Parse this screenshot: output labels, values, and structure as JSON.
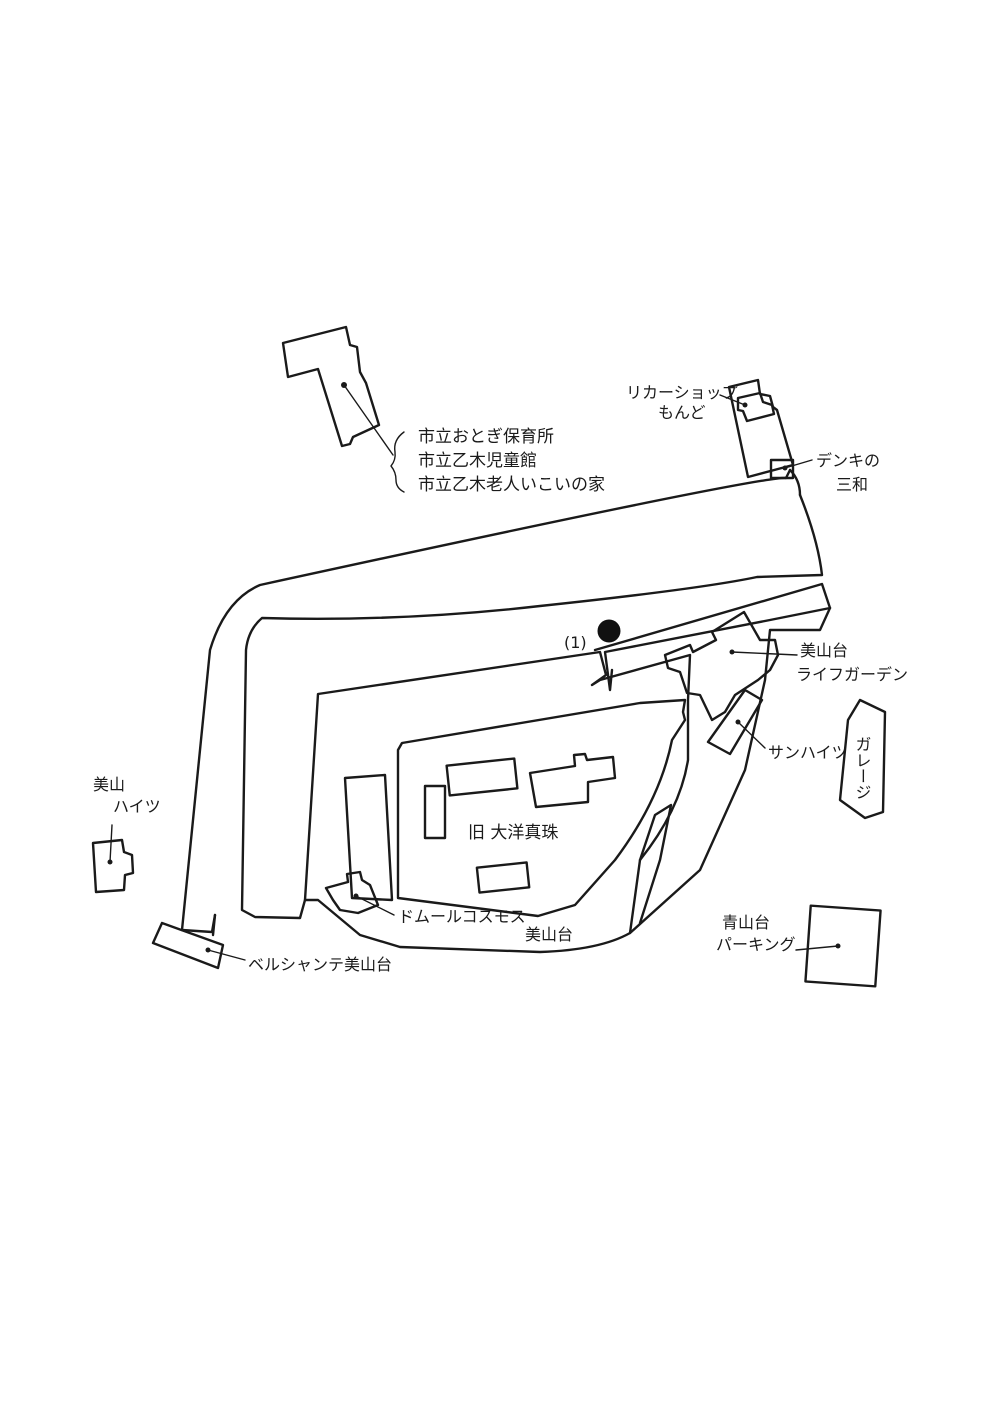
{
  "labels": {
    "hoikusho_1": "市立おとぎ保育所",
    "hoikusho_2": "市立乙木児童館",
    "hoikusho_3": "市立乙木老人いこいの家",
    "liquor_1": "リカーショップ",
    "liquor_2": "もんど",
    "denki_1": "デンキの",
    "denki_2": "三和",
    "marker_number": "(1)",
    "life_garden_1": "美山台",
    "life_garden_2": "ライフガーデン",
    "sun_heights": "サンハイツ",
    "garage": "ガレージ",
    "old_pearl": "旧 大洋真珠",
    "miyama_heights_1": "美山",
    "miyama_heights_2": "ハイツ",
    "domuru_1": "ドムールコスモス",
    "domuru_2": "美山台",
    "aoyamadai_1": "青山台",
    "aoyamadai_2": "パーキング",
    "belle_champs": "ベルシャンテ美山台"
  },
  "colors": {
    "ink": "#1a1a1a",
    "paper": "#ffffff"
  },
  "marker_icon": "filled-circle-location-marker"
}
